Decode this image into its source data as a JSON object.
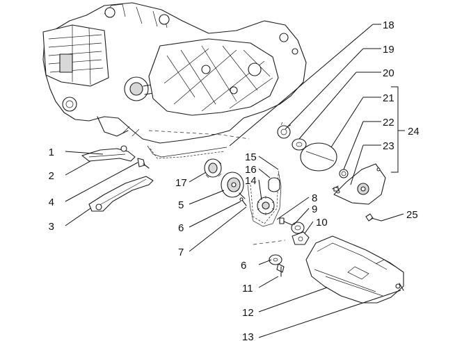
{
  "callouts": [
    {
      "id": "1",
      "label": "1"
    },
    {
      "id": "2",
      "label": "2"
    },
    {
      "id": "3",
      "label": "3"
    },
    {
      "id": "4",
      "label": "4"
    },
    {
      "id": "5",
      "label": "5"
    },
    {
      "id": "6a",
      "label": "6"
    },
    {
      "id": "6b",
      "label": "6"
    },
    {
      "id": "7",
      "label": "7"
    },
    {
      "id": "8",
      "label": "8"
    },
    {
      "id": "9",
      "label": "9"
    },
    {
      "id": "10",
      "label": "10"
    },
    {
      "id": "11",
      "label": "11"
    },
    {
      "id": "12",
      "label": "12"
    },
    {
      "id": "13",
      "label": "13"
    },
    {
      "id": "14",
      "label": "14"
    },
    {
      "id": "15",
      "label": "15"
    },
    {
      "id": "16",
      "label": "16"
    },
    {
      "id": "17",
      "label": "17"
    },
    {
      "id": "18",
      "label": "18"
    },
    {
      "id": "19",
      "label": "19"
    },
    {
      "id": "20",
      "label": "20"
    },
    {
      "id": "21",
      "label": "21"
    },
    {
      "id": "22",
      "label": "22"
    },
    {
      "id": "23",
      "label": "23"
    },
    {
      "id": "24",
      "label": "24"
    },
    {
      "id": "25",
      "label": "25"
    }
  ]
}
